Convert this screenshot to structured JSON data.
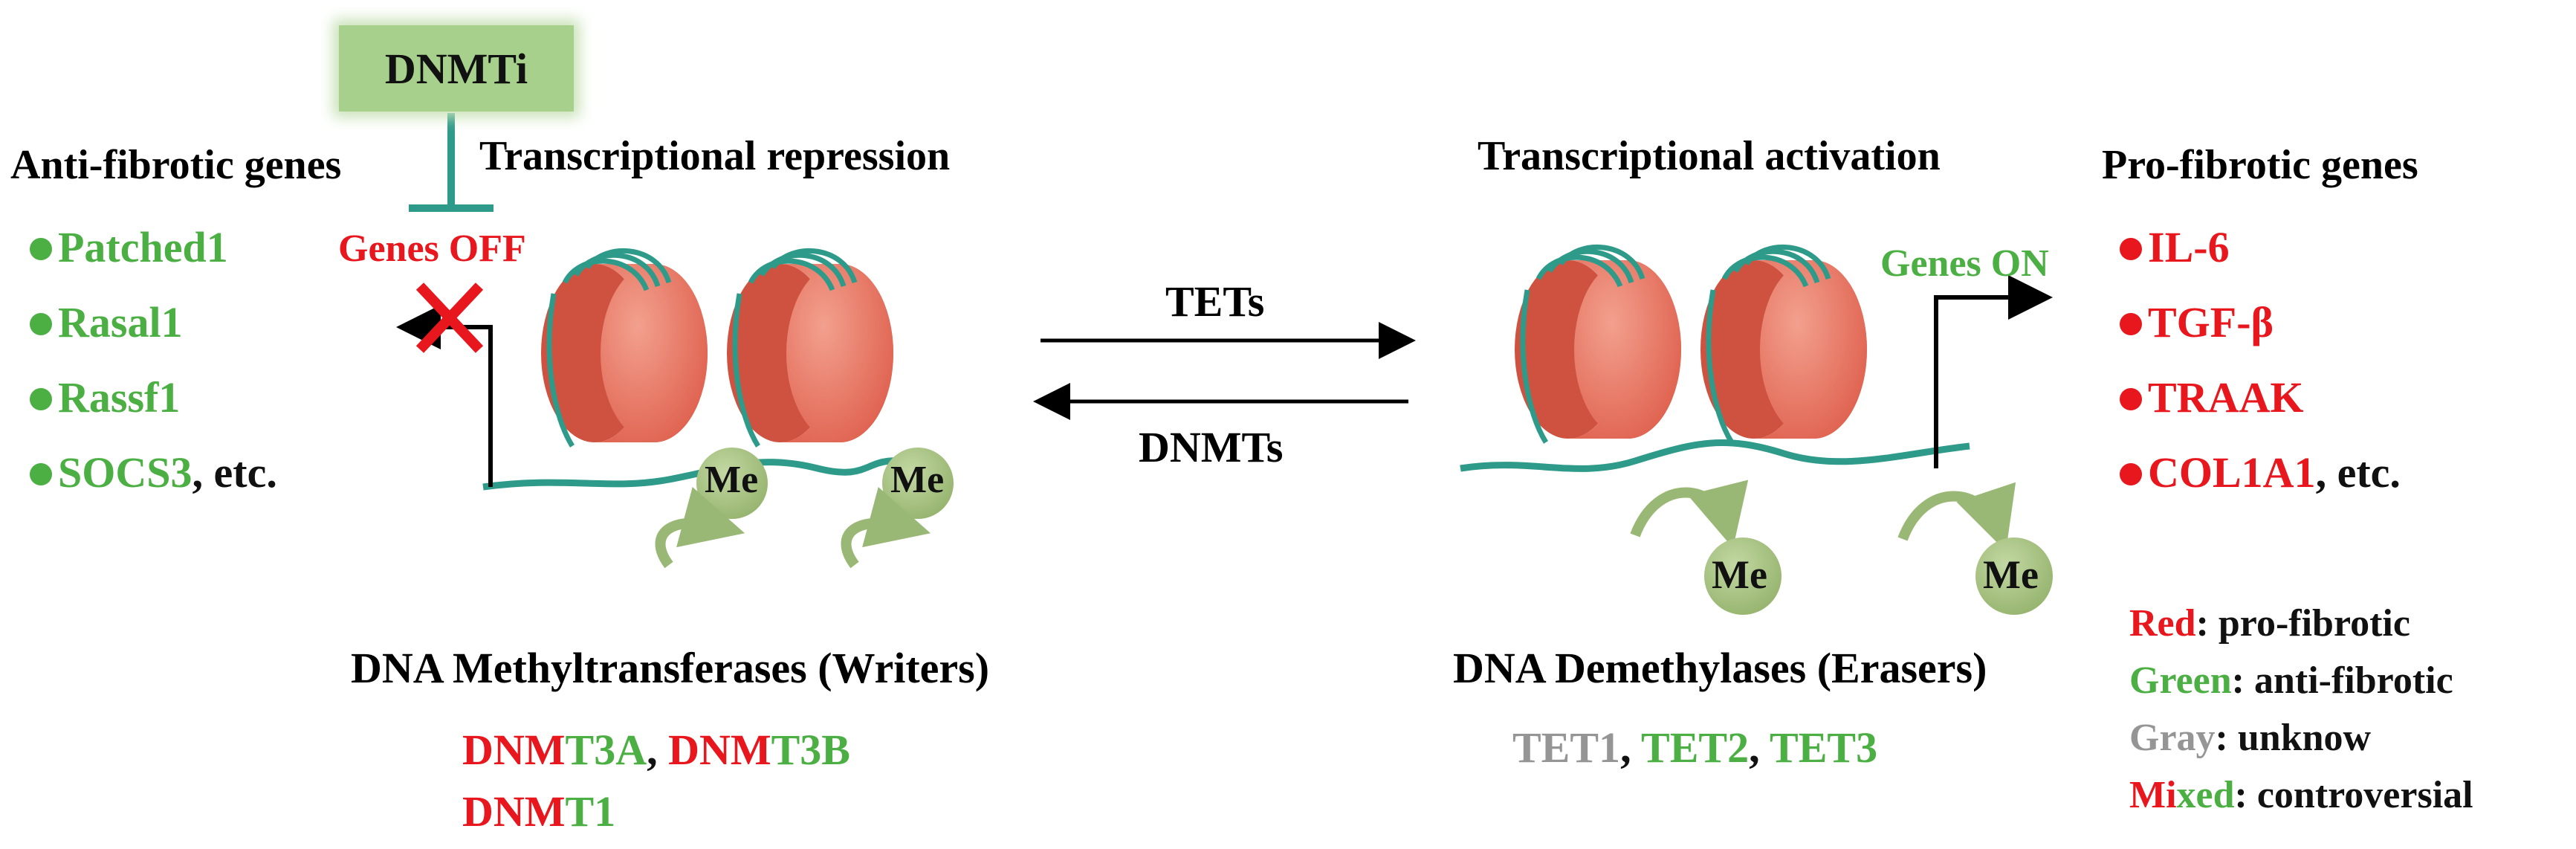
{
  "inhibitor": {
    "label": "DNMTi"
  },
  "left": {
    "heading": "Anti-fibrotic genes",
    "state_title": "Transcriptional repression",
    "genes_state": "Genes OFF",
    "genes": [
      {
        "name": "Patched1",
        "suffix": "",
        "color": "#4caf43"
      },
      {
        "name": "Rasal1",
        "suffix": "",
        "color": "#4caf43"
      },
      {
        "name": "Rassf1",
        "suffix": "",
        "color": "#4caf43"
      },
      {
        "name": "SOCS3",
        "suffix": ", etc.",
        "color": "#4caf43"
      }
    ],
    "enzyme_title": "DNA Methyltransferases (Writers)",
    "enzymes_line1": {
      "a_red": "DNM",
      "a_green": "T3A",
      "sep": ", ",
      "b_red": "DNM",
      "b_green": "T3B"
    },
    "enzymes_line2": {
      "a_red": "DNM",
      "a_green": "T1"
    }
  },
  "center": {
    "top_arrow_label": "TETs",
    "bottom_arrow_label": "DNMTs"
  },
  "right": {
    "state_title": "Transcriptional activation",
    "heading": "Pro-fibrotic genes",
    "genes_state": "Genes ON",
    "genes": [
      {
        "name": "IL-6",
        "suffix": "",
        "color": "#e8161d"
      },
      {
        "name": "TGF-β",
        "suffix": "",
        "color": "#e8161d"
      },
      {
        "name": "TRAAK",
        "suffix": "",
        "color": "#e8161d"
      },
      {
        "name": "COL1A1",
        "suffix": ", etc.",
        "color": "#e8161d"
      }
    ],
    "enzyme_title": "DNA Demethylases (Erasers)",
    "enzymes": {
      "tet1": "TET1",
      "sep1": ", ",
      "tet2": "TET2",
      "sep2": ", ",
      "tet3": "TET3"
    }
  },
  "methyl_label": "Me",
  "legend": [
    {
      "key": "Red",
      "text": ": pro-fibrotic",
      "color": "#e8161d"
    },
    {
      "key": "Green",
      "text": ": anti-fibrotic",
      "color": "#4caf43"
    },
    {
      "key": "Gray",
      "text": ": unknow",
      "color": "#959595"
    },
    {
      "key_red": "Mi",
      "key_green": "xed",
      "text": ": controversial"
    }
  ],
  "colors": {
    "nucleosome": "#e7705f",
    "dna": "#2e9a8a",
    "methyl": "#a9c483",
    "inhibitor_box": "#a8d08d",
    "red": "#e8161d",
    "green": "#4caf43",
    "gray": "#959595"
  }
}
